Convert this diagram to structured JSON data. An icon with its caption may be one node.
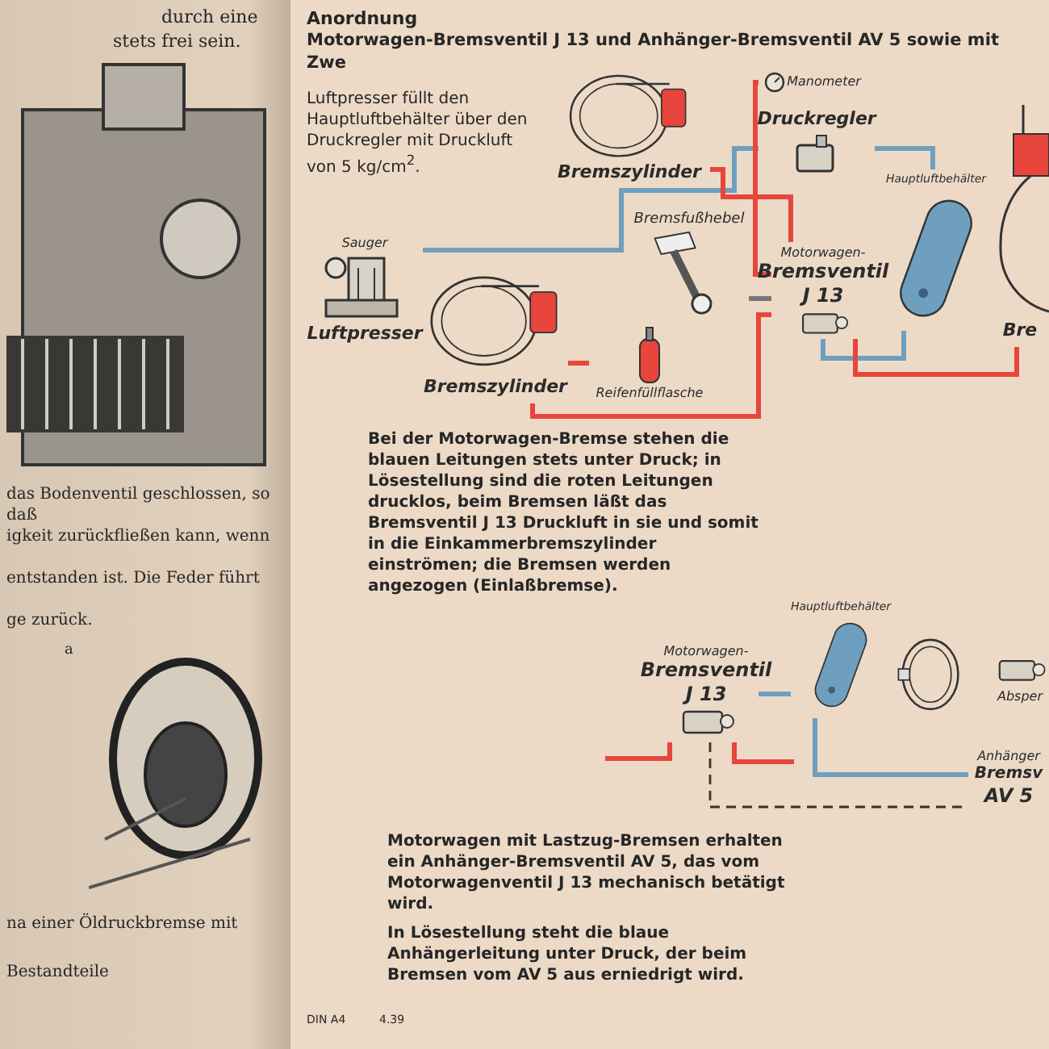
{
  "diagram": {
    "nodes": [
      {
        "text": [
          "Sauger",
          "Luftpresser"
        ]
      },
      {
        "text": [
          "Bremszylinder"
        ]
      },
      {
        "text": [
          "Bremszylinder"
        ]
      },
      {
        "text": [
          "Reifenfüllflasche"
        ]
      },
      {
        "text": [
          "Bremsfußhebel"
        ]
      },
      {
        "text": [
          "Manometer"
        ]
      },
      {
        "text": [
          "Druckregler"
        ]
      },
      {
        "text": [
          "Motorwagen-",
          "Bremsventil",
          "J 13"
        ]
      },
      {
        "text": [
          "Hauptluftbehälter"
        ]
      },
      {
        "text": [
          "Bre"
        ]
      },
      {
        "text": [
          "Motorwagen-",
          "Bremsventil",
          "J 13"
        ]
      },
      {
        "text": [
          "Hauptluftbehälter"
        ]
      },
      {
        "text": [],
        "shape": "picture"
      },
      {
        "text": [
          "Absper"
        ]
      },
      {
        "text": [
          "Anhänger",
          "Bremsv",
          "AV 5"
        ]
      }
    ],
    "edges": [
      {
        "from": 0,
        "to": 6,
        "arrow": "none",
        "color": "#6f9fbf"
      },
      {
        "from": 6,
        "to": 8,
        "arrow": "none",
        "color": "#6f9fbf"
      },
      {
        "from": 8,
        "to": 7,
        "arrow": "none",
        "color": "#6f9fbf"
      },
      {
        "from": 7,
        "to": 1,
        "arrow": "none",
        "color": "#e8453c"
      },
      {
        "from": 7,
        "to": 2,
        "arrow": "none",
        "color": "#e8453c"
      },
      {
        "from": 7,
        "to": 9,
        "arrow": "none",
        "color": "#e8453c"
      },
      {
        "from": 5,
        "to": 7,
        "arrow": "none",
        "color": "#e8453c"
      },
      {
        "from": 3,
        "to": 1,
        "arrow": "none",
        "color": "#e8453c"
      },
      {
        "from": 4,
        "to": 7,
        "arrow": "none",
        "color": "#777777"
      },
      {
        "from": 10,
        "to": 14,
        "arrow": "none",
        "style": "dashed",
        "color": "#333333"
      },
      {
        "from": 11,
        "to": 14,
        "arrow": "none",
        "color": "#6f9fbf"
      },
      {
        "from": 10,
        "to": 11,
        "arrow": "none",
        "color": "#6f9fbf"
      },
      {
        "from": 10,
        "to": null,
        "arrow": "none",
        "color": "#e8453c"
      },
      {
        "from": 10,
        "to": null,
        "arrow": "none",
        "color": "#e8453c"
      }
    ],
    "labels": [
      "durch eine",
      "stets frei sein.",
      "das Bodenventil geschlossen, so daß",
      "igkeit zurückfließen kann, wenn",
      "entstanden ist. Die Feder führt",
      "ge zurück.",
      "a",
      "na einer Öldruckbremse mit",
      "Bestandteile",
      "Anordnung",
      "Motorwagen-Bremsventil J 13 und Anhänger-Bremsventil AV 5 sowie mit Zwe",
      "Luftpresser füllt den Hauptluftbehälter über den Druckregler mit Druckluft von 5 kg/cm$^{2}$.",
      "Bei der Motorwagen-Bremse stehen die blauen Leitungen stets unter Druck; in Lösestellung sind die roten Leitungen drucklos, beim Bremsen läßt das Bremsventil J 13 Druckluft in sie und somit in die Einkammerbremszylinder einströmen; die Bremsen werden angezogen (Einlaßbremse).",
      "Motorwagen mit Lastzug-Bremsen erhalten ein Anhänger-Bremsventil AV 5, das vom Motorwagenventil J 13 mechanisch betätigt wird.",
      "In Lösestellung steht die blaue Anhängerleitung unter Druck, der beim Bremsen vom AV 5 aus erniedrigt wird.",
      "DIN A4",
      "4.39"
    ]
  }
}
